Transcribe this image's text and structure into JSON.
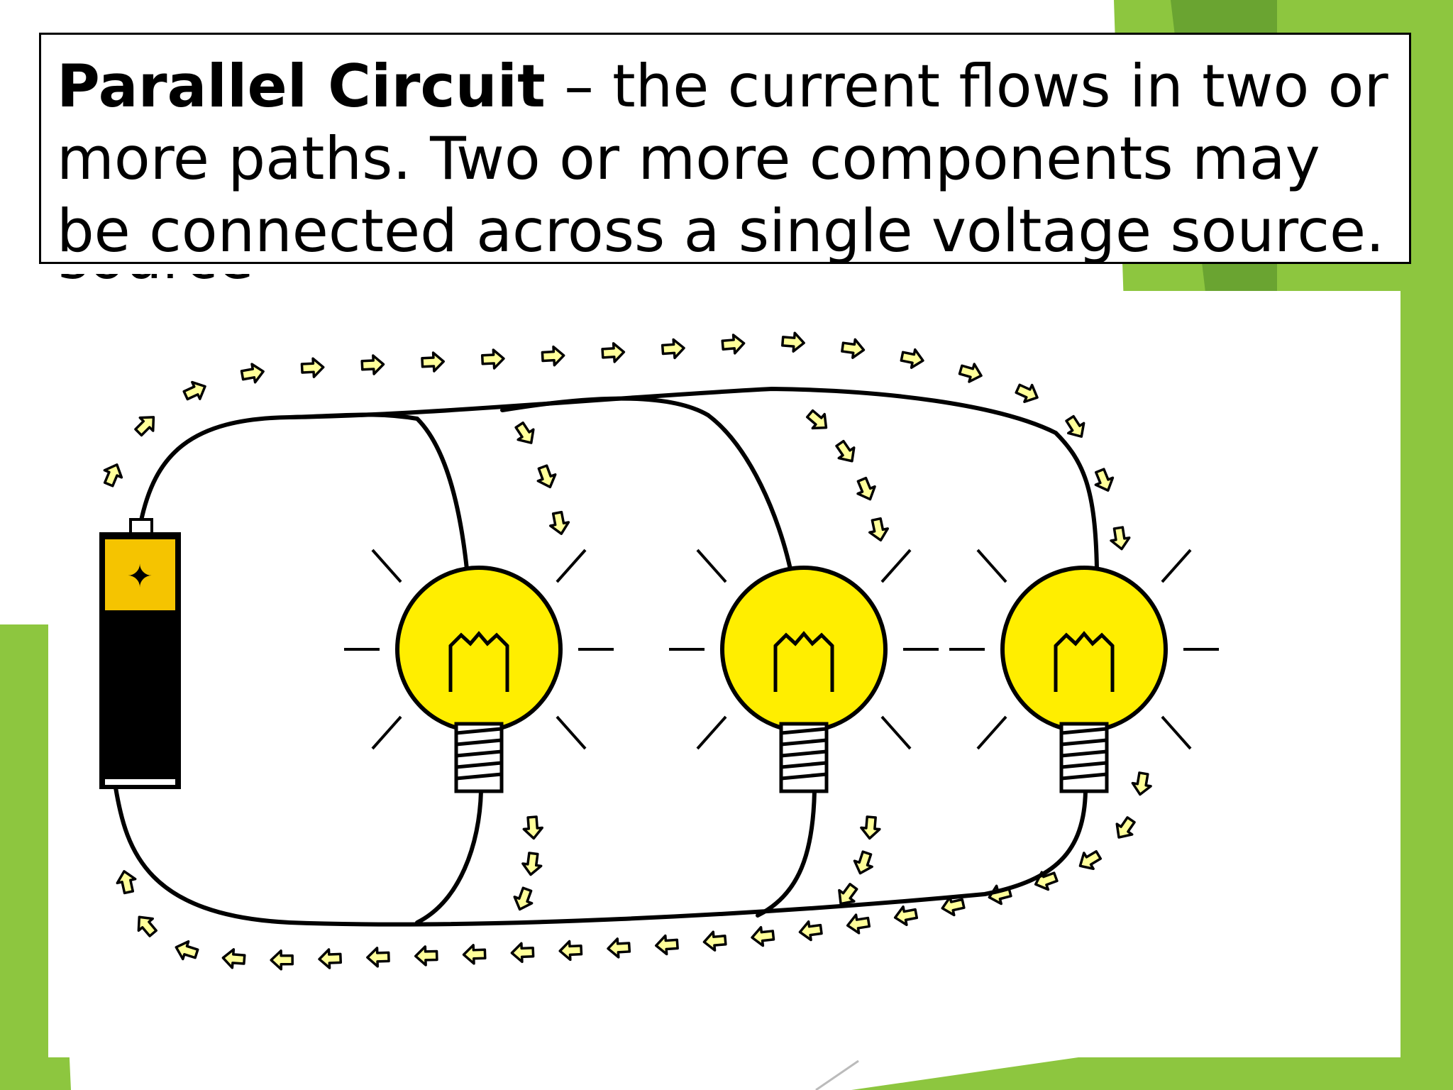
{
  "slide": {
    "definition": {
      "term": "Parallel Circuit",
      "text": " – the current flows in two or more paths. Two or more components may be connected across a single voltage source."
    },
    "overflow_text": "source",
    "colors": {
      "accent_green": "#8dc63f",
      "dark_green": "#6aa431",
      "bulb_yellow": "#ffee00",
      "battery_gold": "#f5c400",
      "wire": "#000000",
      "arrow_fill": "#ffff99"
    }
  },
  "diagram": {
    "battery": {
      "terminal_icon": "plus-icon"
    },
    "bulbs": [
      {
        "name": "bulb-1"
      },
      {
        "name": "bulb-2"
      },
      {
        "name": "bulb-3"
      }
    ],
    "arrow_icon": "current-arrow-icon"
  }
}
